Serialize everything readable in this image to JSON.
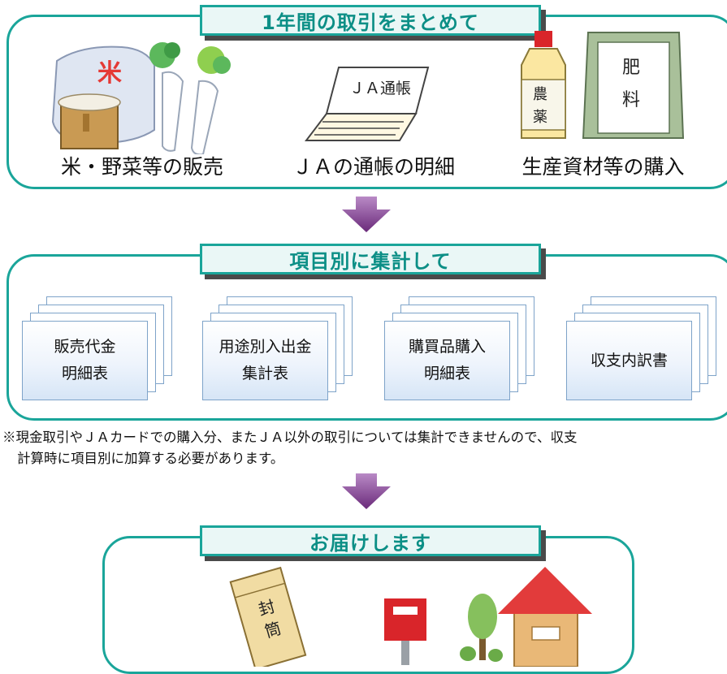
{
  "sections": {
    "summary": {
      "title": "1年間の取引をまとめて"
    },
    "totals": {
      "title": "項目別に集計して"
    },
    "deliver": {
      "title": "お届けします"
    }
  },
  "sources": {
    "sales": {
      "caption": "米・野菜等の販売",
      "rice_mark": "米"
    },
    "passbook": {
      "caption": "ＪＡの通帳の明細",
      "book_label": "ＪＡ通帳"
    },
    "purchase": {
      "caption": "生産資材等の購入",
      "bottle_line1": "農",
      "bottle_line2": "薬",
      "bag_line1": "肥",
      "bag_line2": "料"
    }
  },
  "documents": [
    {
      "line1": "販売代金",
      "line2": "明細表"
    },
    {
      "line1": "用途別入出金",
      "line2": "集計表"
    },
    {
      "line1": "購買品購入",
      "line2": "明細表"
    },
    {
      "line1": "収支内訳書",
      "line2": ""
    }
  ],
  "note": {
    "line1": "※現金取引やＪＡカードでの購入分、またＪＡ以外の取引については集計できませんので、収支",
    "line2": "計算時に項目別に加算する必要があります。"
  },
  "delivery": {
    "envelope_line1": "封",
    "envelope_line2": "筒"
  },
  "colors": {
    "teal": "#1aa59a",
    "arrow": "#7b3a8a",
    "house_roof": "#e23b3b",
    "postbox": "#d9252a"
  }
}
